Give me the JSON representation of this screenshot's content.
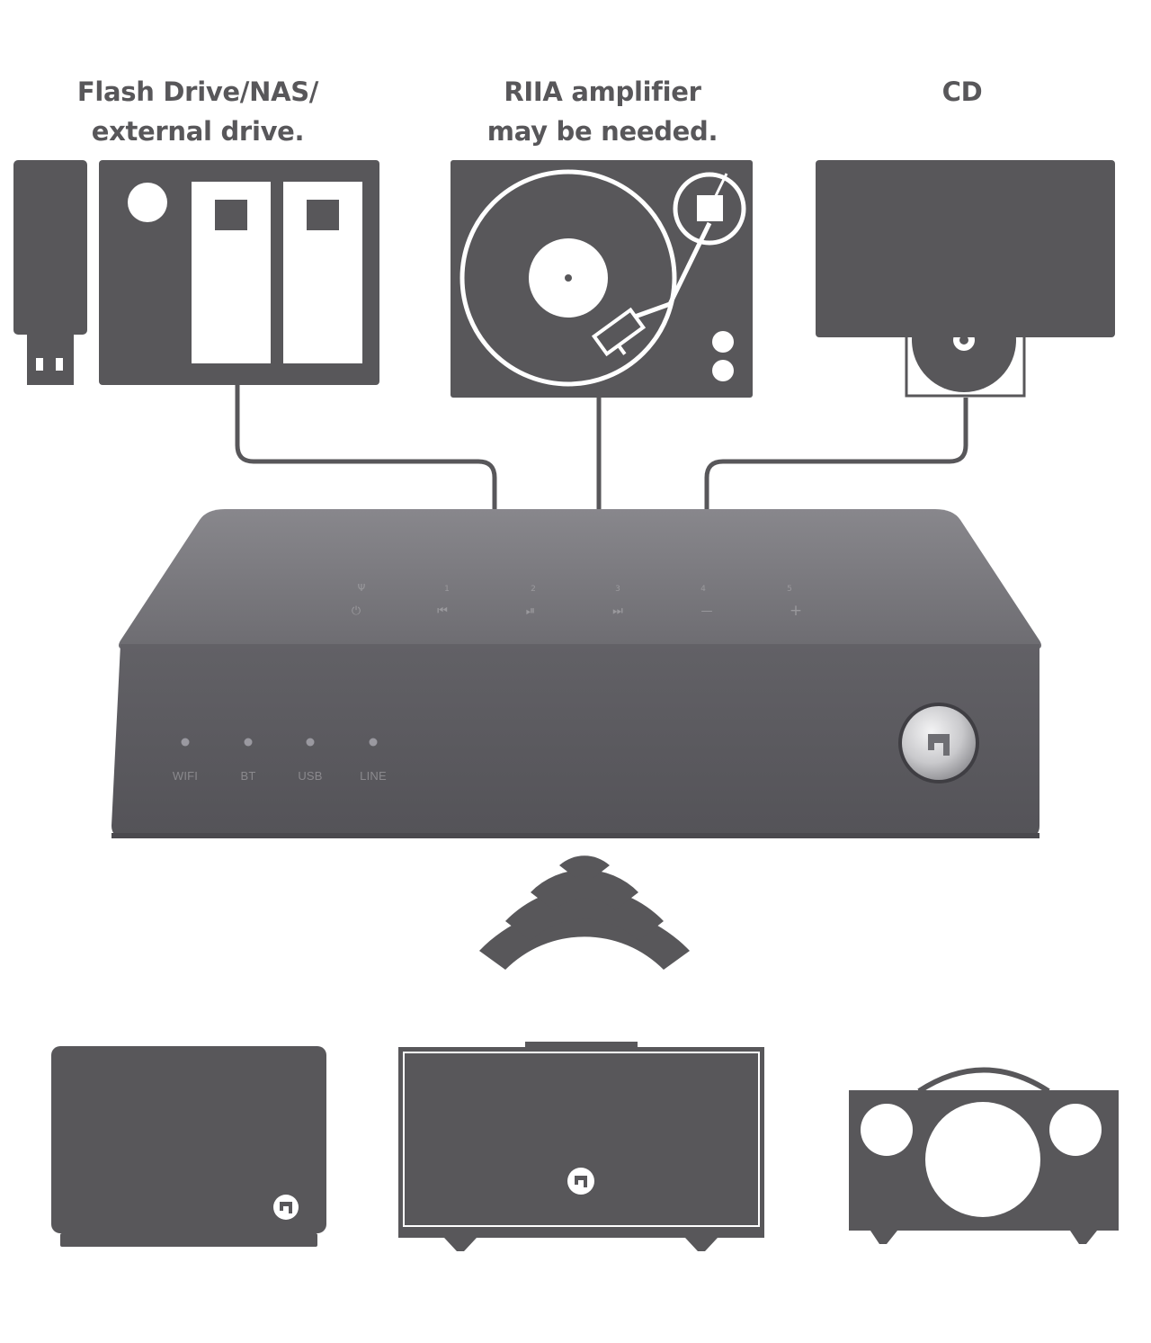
{
  "sources": {
    "drive": {
      "line1": "Flash Drive/NAS/",
      "line2": "external drive."
    },
    "turntable": {
      "line1": "RIIA amplifier",
      "line2": "may be needed."
    },
    "cd": {
      "line1": "CD"
    }
  },
  "hub": {
    "leds": [
      "WIFI",
      "BT",
      "USB",
      "LINE"
    ],
    "top_row": [
      "Ψ",
      "1",
      "2",
      "3",
      "4",
      "5"
    ],
    "bottom_row": [
      "⏻",
      "⏮",
      "⏯",
      "⏭",
      "—",
      "+"
    ]
  },
  "colors": {
    "icon": "#58575a",
    "hub_front": "#5e5d62",
    "hub_top": "#7b7a7f",
    "wire": "#58575a"
  }
}
